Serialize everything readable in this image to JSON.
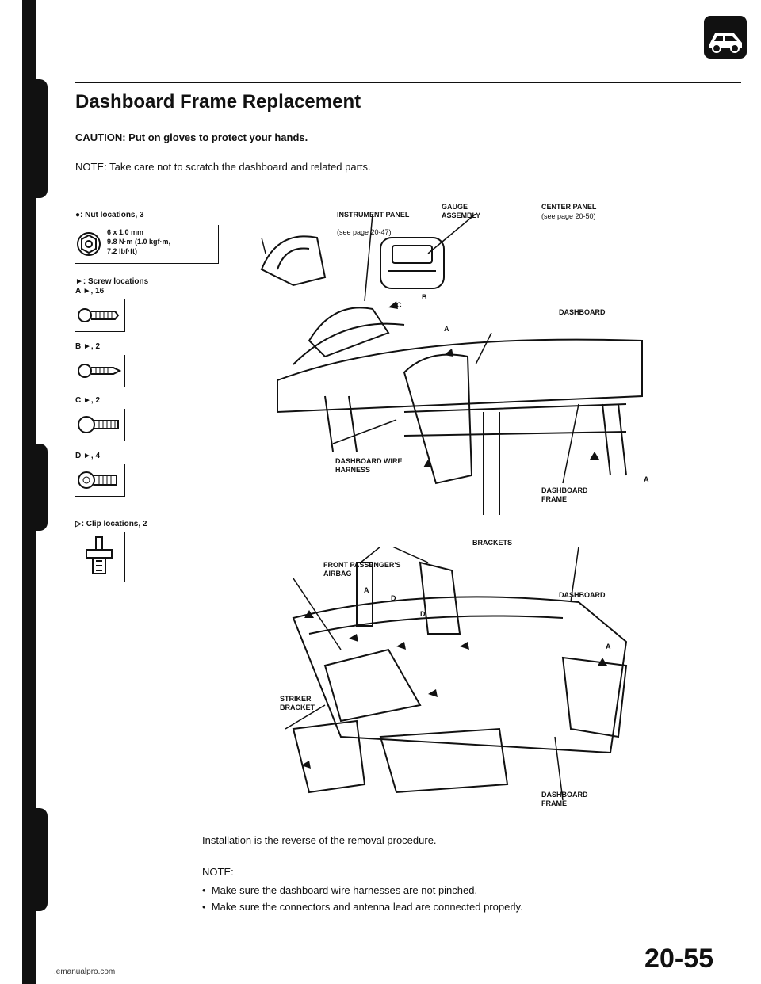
{
  "header": {
    "title": "Dashboard Frame Replacement"
  },
  "caution": "CAUTION: Put on gloves to protect your hands.",
  "note": "NOTE: Take care not to scratch the dashboard and related parts.",
  "legend": {
    "nut_locations": "●: Nut locations, 3",
    "nut_spec_line1": "6 x 1.0 mm",
    "nut_spec_line2": "9.8 N·m (1.0 kgf·m,",
    "nut_spec_line3": "7.2 lbf·ft)",
    "screw_locations": "►: Screw locations",
    "screw_a": "A ►, 16",
    "screw_b": "B ►, 2",
    "screw_c": "C ►, 2",
    "screw_d": "D ►, 4",
    "clip_locations": "▷: Clip locations, 2"
  },
  "diagram1": {
    "instrument_panel": "INSTRUMENT PANEL",
    "instrument_panel_ref": "(see page 20-47)",
    "gauge_assembly": "GAUGE ASSEMBLY",
    "center_panel": "CENTER PANEL",
    "center_panel_ref": "(see page 20-50)",
    "dashboard": "DASHBOARD",
    "wire_harness": "DASHBOARD WIRE HARNESS",
    "frame": "DASHBOARD FRAME",
    "letter_a": "A",
    "letter_b": "B",
    "letter_c": "C"
  },
  "diagram2": {
    "brackets": "BRACKETS",
    "airbag": "FRONT PASSENGER'S AIRBAG",
    "dashboard": "DASHBOARD",
    "striker": "STRIKER BRACKET",
    "frame": "DASHBOARD FRAME",
    "letter_a": "A",
    "letter_d": "D"
  },
  "installation": "Installation is the reverse of the removal procedure.",
  "note2": "NOTE:",
  "bullets": [
    "Make sure the dashboard wire harnesses are not pinched.",
    "Make sure the connectors and antenna lead are connected properly."
  ],
  "page_number": "20-55",
  "watermark": ".emanualpro.com"
}
